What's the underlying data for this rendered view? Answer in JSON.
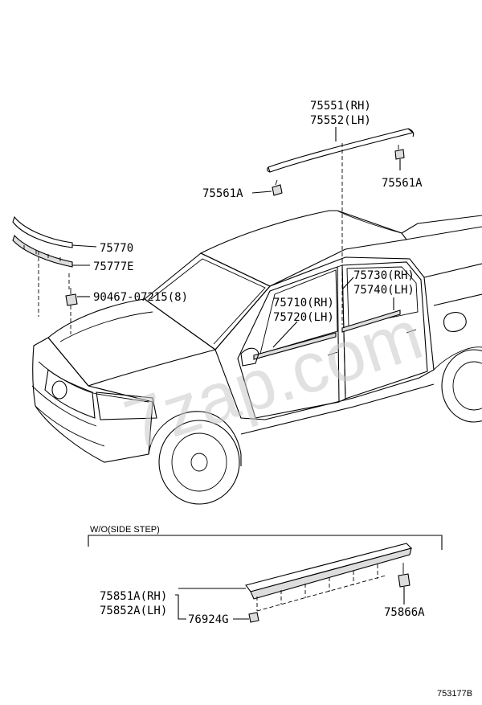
{
  "labels": {
    "p75551": "75551(RH)",
    "p75552": "75552(LH)",
    "p75561a_left": "75561A",
    "p75561a_right": "75561A",
    "p75770": "75770",
    "p75777e": "75777E",
    "p90467": "90467-07215(8)",
    "p75730": "75730(RH)",
    "p75740": "75740(LH)",
    "p75710": "75710(RH)",
    "p75720": "75720(LH)",
    "p75851a": "75851A(RH)",
    "p75852a": "75852A(LH)",
    "p76924g": "76924G",
    "p75866a": "75866A"
  },
  "section_title": "W/O(SIDE STEP)",
  "diagram_id": "753177B",
  "watermark": "7zap.com"
}
